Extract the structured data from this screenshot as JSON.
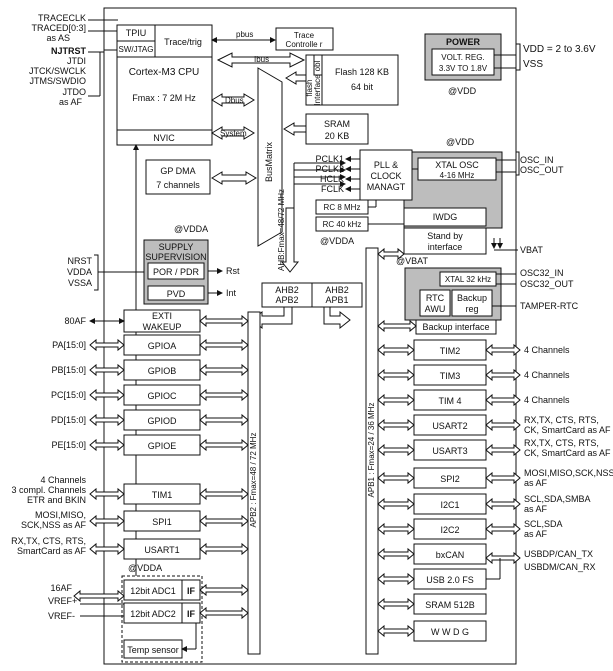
{
  "left_signals": {
    "traceclk": "TRACECLK",
    "traced": "TRACED[0:3]",
    "as_as": "as AS",
    "njtrst": "NJTRST",
    "jtdi": "JTDI",
    "jtck": "JTCK/SWCLK",
    "jtms": "JTMS/SWDIO",
    "jtdo": "JTDO",
    "as_af": "as AF",
    "nrst": "NRST",
    "vdda": "VDDA",
    "vssa": "VSSA",
    "af80": "80AF",
    "pa": "PA[15:0]",
    "pb": "PB[15:0]",
    "pc": "PC[15:0]",
    "pd": "PD[15:0]",
    "pe": "PE[15:0]",
    "tim1_sig1": "4 Channels",
    "tim1_sig2": "3 compl. Channels",
    "tim1_sig3": "ETR and BKIN",
    "spi1_sig1": "MOSI,MISO,",
    "spi1_sig2": "SCK,NSS as AF",
    "usart1_sig1": "RX,TX, CTS, RTS,",
    "usart1_sig2": "SmartCard as AF",
    "af16": "16AF",
    "vref_plus": "VREF+",
    "vref_minus": "VREF-"
  },
  "core": {
    "tpiu": "TPIU",
    "trace_trig": "Trace/trig",
    "sw_jtag": "SW/JTAG",
    "cpu": "Cortex-M3 CPU",
    "fmax": "Fmax : 7 2M Hz",
    "nvic": "NVIC",
    "pbus": "pbus",
    "ibus": "Ibus",
    "dbus": "Dbus",
    "system": "System",
    "trace_ctrl_1": "Trace",
    "trace_ctrl_2": "Controlle r",
    "flash_obl": "obl",
    "flash_interface": "Interface",
    "flash_word": "flash",
    "flash_1": "Flash 128 KB",
    "flash_2": "64 bit",
    "sram_1": "SRAM",
    "sram_2": "20 KB",
    "busmatrix": "BusMatrix",
    "gpdma_1": "GP DMA",
    "gpdma_2": "7 channels",
    "ahb_label": "AHB:Fmax=48/72 MHz"
  },
  "power": {
    "title": "POWER",
    "reg_1": "VOLT. REG.",
    "reg_2": "3.3V TO 1.8V",
    "vdd_range": "VDD = 2 to 3.6V",
    "vss": "VSS",
    "at_vdd": "@VDD"
  },
  "clock": {
    "at_vdd": "@VDD",
    "pclk1": "PCLK1",
    "pclk2": "PCLK2",
    "hclk": "HCLK",
    "fclk": "FCLK",
    "pll_1": "PLL &",
    "pll_2": "CLOCK",
    "pll_3": "MANAGT",
    "xtal_1": "XTAL OSC",
    "xtal_2": "4-16 MHz",
    "osc_in": "OSC_IN",
    "osc_out": "OSC_OUT",
    "rc8": "RC 8 MHz",
    "rc40": "RC 40 kHz",
    "iwdg": "IWDG",
    "standby_1": "Stand by",
    "standby_2": "interface",
    "at_vdda": "@VDDA",
    "vbat": "VBAT",
    "at_vbat": "@VBAT",
    "xtal32": "XTAL 32 kHz",
    "osc32_in": "OSC32_IN",
    "osc32_out": "OSC32_OUT",
    "rtc_1": "RTC",
    "rtc_2": "AWU",
    "backup_1": "Backup",
    "backup_2": "reg",
    "tamper": "TAMPER-RTC",
    "backup_if": "Backup interface"
  },
  "supply": {
    "at_vdda": "@VDDA",
    "title_1": "SUPPLY",
    "title_2": "SUPERVISION",
    "por": "POR / PDR",
    "rst": "Rst",
    "pvd": "PVD",
    "int": "Int"
  },
  "bridges": {
    "b2_1": "AHB2",
    "b2_2": "APB2",
    "b1_1": "AHB2",
    "b1_2": "APB1"
  },
  "apb2": {
    "label": "APB2 : Fmax=48 / 72 MHz",
    "exti_1": "EXTI",
    "exti_2": "WAKEUP",
    "gpioa": "GPIOA",
    "gpiob": "GPIOB",
    "gpioc": "GPIOC",
    "gpiod": "GPIOD",
    "gpioe": "GPIOE",
    "tim1": "TIM1",
    "spi1": "SPI1",
    "usart1": "USART1",
    "at_vdda": "@VDDA",
    "adc1": "12bit ADC1",
    "adc2": "12bit ADC2",
    "if": "IF",
    "temp": "Temp sensor"
  },
  "apb1": {
    "label": "APB1 : Fmax=24 / 36 MHz",
    "tim2": "TIM2",
    "tim3": "TIM3",
    "tim4": "TIM 4",
    "usart2": "USART2",
    "usart3": "USART3",
    "spi2": "SPI2",
    "i2c1": "I2C1",
    "i2c2": "I2C2",
    "bxcan": "bxCAN",
    "usb": "USB 2.0 FS",
    "sram512": "SRAM 512B",
    "wwdg": "W W D G"
  },
  "right_signals": {
    "tim2_ch": "4 Channels",
    "tim3_ch": "4 Channels",
    "tim4_ch": "4 Channels",
    "usart2_1": "RX,TX, CTS, RTS,",
    "usart2_2": "CK, SmartCard as AF",
    "usart3_1": "RX,TX, CTS, RTS,",
    "usart3_2": "CK, SmartCard as AF",
    "spi2_1": "MOSI,MISO,SCK,NSS",
    "spi2_2": "as AF",
    "i2c1_1": "SCL,SDA,SMBA",
    "i2c1_2": "as AF",
    "i2c2_1": "SCL,SDA",
    "i2c2_2": "as AF",
    "can_1": "USBDP/CAN_TX",
    "can_2": "USBDM/CAN_RX"
  }
}
